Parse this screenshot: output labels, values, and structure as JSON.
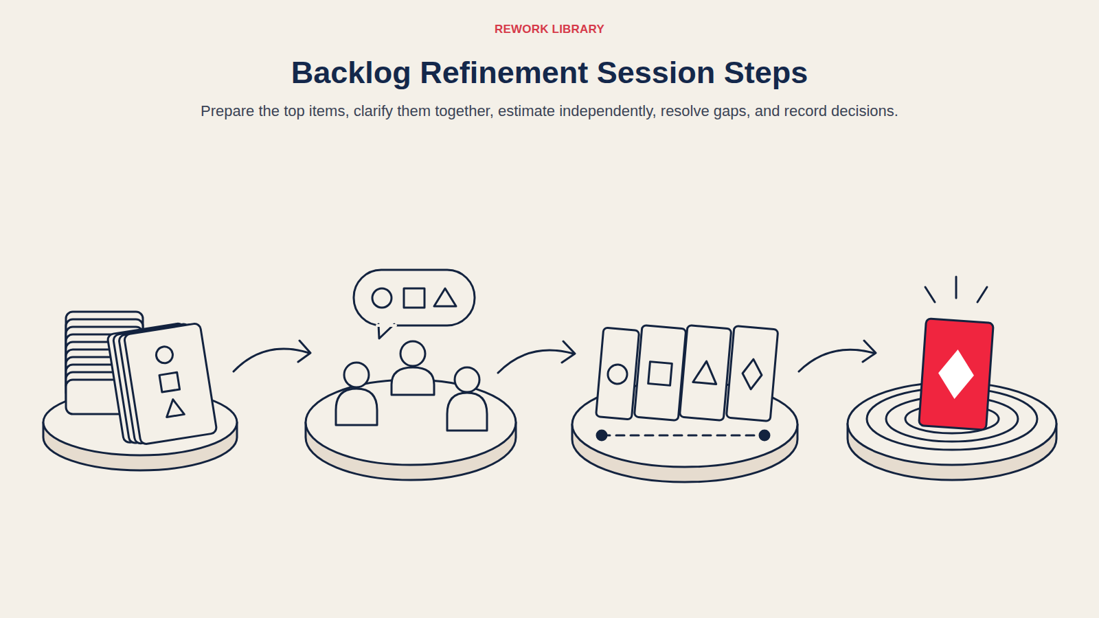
{
  "diagram": {
    "title": "Backlog Refinement Session Steps",
    "caption": "Prepare the top items, clarify them together, estimate independently, resolve gaps, and record decisions.",
    "labels": [
      "REWORK LIBRARY"
    ]
  }
}
